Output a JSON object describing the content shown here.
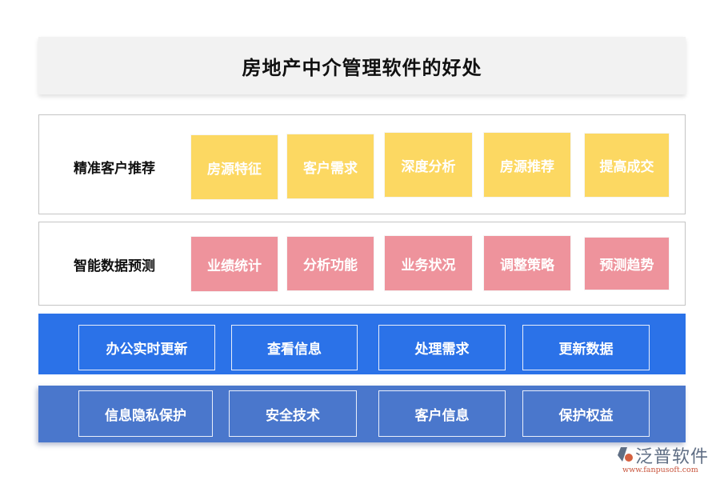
{
  "title": "房地产中介管理软件的好处",
  "sections": [
    {
      "label": "精准客户推荐",
      "color": "#fcd862",
      "items": [
        "房源特征",
        "客户需求",
        "深度分析",
        "房源推荐",
        "提高成交"
      ]
    },
    {
      "label": "智能数据预测",
      "color": "#ee939c",
      "items": [
        "业绩统计",
        "分析功能",
        "业务状况",
        "调整策略",
        "预测趋势"
      ]
    }
  ],
  "bands": [
    {
      "color": "#2b72e8",
      "items": [
        "办公实时更新",
        "查看信息",
        "处理需求",
        "更新数据"
      ]
    },
    {
      "color": "#4a77cc",
      "items": [
        "信息隐私保护",
        "安全技术",
        "客户信息",
        "保护权益"
      ]
    }
  ],
  "logo": {
    "name": "泛普软件",
    "url": "www.fanpusoft.com"
  }
}
